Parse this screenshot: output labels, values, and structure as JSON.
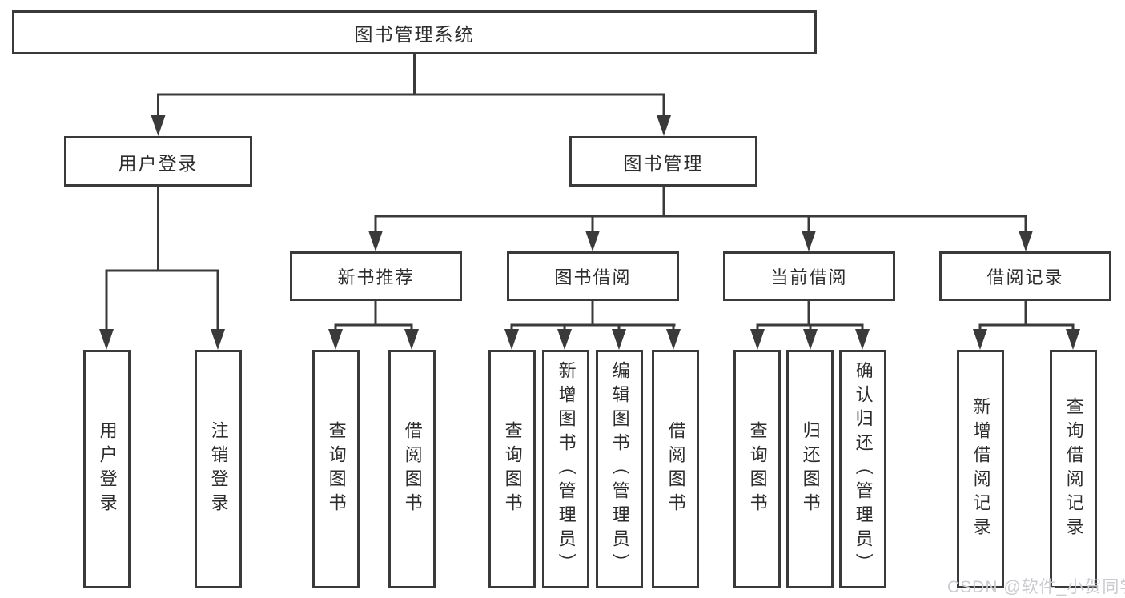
{
  "diagram": {
    "root": {
      "label": "图书管理系统",
      "children": [
        {
          "label": "用户登录",
          "children": [
            {
              "label": "用户登录"
            },
            {
              "label": "注销登录"
            }
          ]
        },
        {
          "label": "图书管理",
          "children": [
            {
              "label": "新书推荐",
              "children": [
                {
                  "label": "查询图书"
                },
                {
                  "label": "借阅图书"
                }
              ]
            },
            {
              "label": "图书借阅",
              "children": [
                {
                  "label": "查询图书"
                },
                {
                  "label": "新增图书（管理员）"
                },
                {
                  "label": "编辑图书（管理员）"
                },
                {
                  "label": "借阅图书"
                }
              ]
            },
            {
              "label": "当前借阅",
              "children": [
                {
                  "label": "查询图书"
                },
                {
                  "label": "归还图书"
                },
                {
                  "label": "确认归还（管理员）"
                }
              ]
            },
            {
              "label": "借阅记录",
              "children": [
                {
                  "label": "新增借阅记录"
                },
                {
                  "label": "查询借阅记录"
                }
              ]
            }
          ]
        }
      ]
    }
  },
  "watermark": {
    "text": "CSDN @软件_小贺同学"
  },
  "colors": {
    "line": "#3a3a3a",
    "text": "#2d2d2d",
    "background": "#ffffff",
    "watermark": "#c9cbd0"
  }
}
